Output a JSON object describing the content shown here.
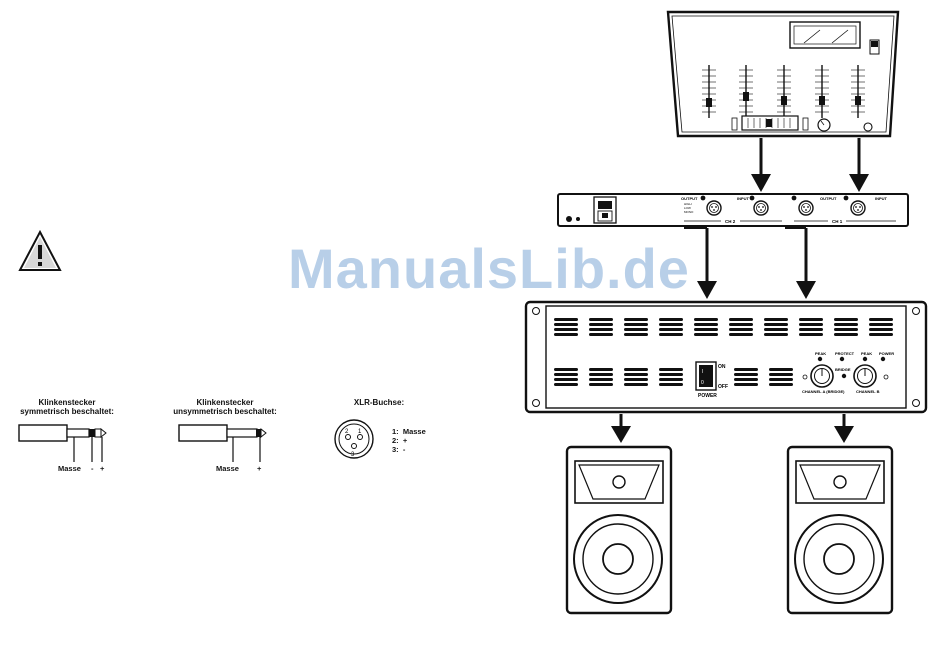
{
  "watermark": "ManualsLib.de",
  "connectors": {
    "trs": {
      "title_line1": "Klinkenstecker",
      "title_line2": "symmetrisch beschaltet:",
      "labels": [
        "Masse",
        "-",
        "+"
      ]
    },
    "ts": {
      "title_line1": "Klinkenstecker",
      "title_line2": "unsymmetrisch beschaltet:",
      "labels": [
        "Masse",
        "+"
      ]
    },
    "xlr": {
      "title": "XLR-Buchse:",
      "pins": [
        {
          "num": "1:",
          "name": "Masse"
        },
        {
          "num": "2:",
          "name": "+"
        },
        {
          "num": "3:",
          "name": "-"
        }
      ],
      "pin_numbers": [
        "1",
        "2",
        "3"
      ]
    }
  },
  "crossover": {
    "output_label": "OUTPUT",
    "input_label": "INPUT",
    "ch2_label": "CH 2",
    "ch1_label": "CH 1",
    "sub_labels": [
      "HIGH",
      "LOW",
      "MONO"
    ]
  },
  "amplifier": {
    "switch_on": "ON",
    "switch_off": "OFF",
    "power_label": "POWER",
    "led_labels": [
      "PEAK",
      "PROTECT",
      "PEAK",
      "POWER"
    ],
    "bridge_label": "BRIDGE",
    "channel_a_label": "CHANNEL A (BRIDGE)",
    "channel_b_label": "CHANNEL B",
    "switch_marks": [
      "I",
      "0"
    ]
  },
  "colors": {
    "line": "#111111",
    "arrow": "#111111",
    "watermark": "#b8cfe8"
  }
}
